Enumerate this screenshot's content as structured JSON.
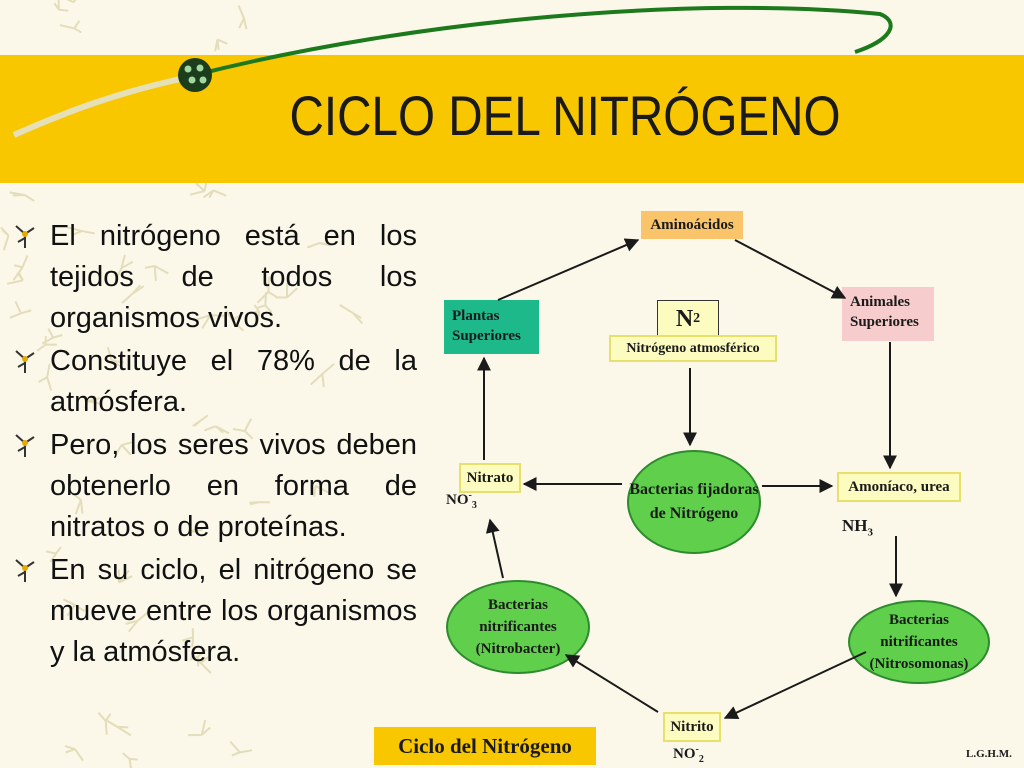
{
  "slide": {
    "title": "CICLO DEL NITRÓGENO",
    "credit": "L.G.H.M."
  },
  "bullets": [
    "El nitrógeno está en los tejidos de todos los organismos vivos.",
    "Constituye el 78% de la atmósfera.",
    "Pero, los seres vivos deben obtenerlo en forma de nitratos o de proteínas.",
    "En su ciclo, el nitrógeno se mueve entre los organismos y la atmósfera."
  ],
  "diagram": {
    "caption": "Ciclo del Nitrógeno",
    "nodes": {
      "aminoacidos": "Aminoácidos",
      "plantas": "Plantas Superiores",
      "animales": "Animales Superiores",
      "n2": "N",
      "n2_sub": "2",
      "atmosferico": "Nitrógeno atmosférico",
      "fijadoras": "Bacterias fijadoras de Nitrógeno",
      "nitrato": "Nitrato",
      "no3": "NO",
      "no3_sup": "-",
      "no3_sub": "3",
      "amoniaco": "Amoníaco, urea",
      "nh3": "NH",
      "nh3_sub": "3",
      "nitrobacter": "Bacterias nitrificantes (Nitrobacter)",
      "nitrosomonas": "Bacterias nitrificantes (Nitrosomonas)",
      "nitrito": "Nitrito",
      "no2": "NO",
      "no2_sup": "-",
      "no2_sub": "2"
    },
    "colors": {
      "banner": "#f8c700",
      "aminoacidos": "#f9c46a",
      "plantas": "#1db98a",
      "animales": "#f7cccc",
      "yellow_box": "#fcfbc0",
      "ellipse": "#5fcf4c",
      "caption": "#f8c700"
    }
  }
}
